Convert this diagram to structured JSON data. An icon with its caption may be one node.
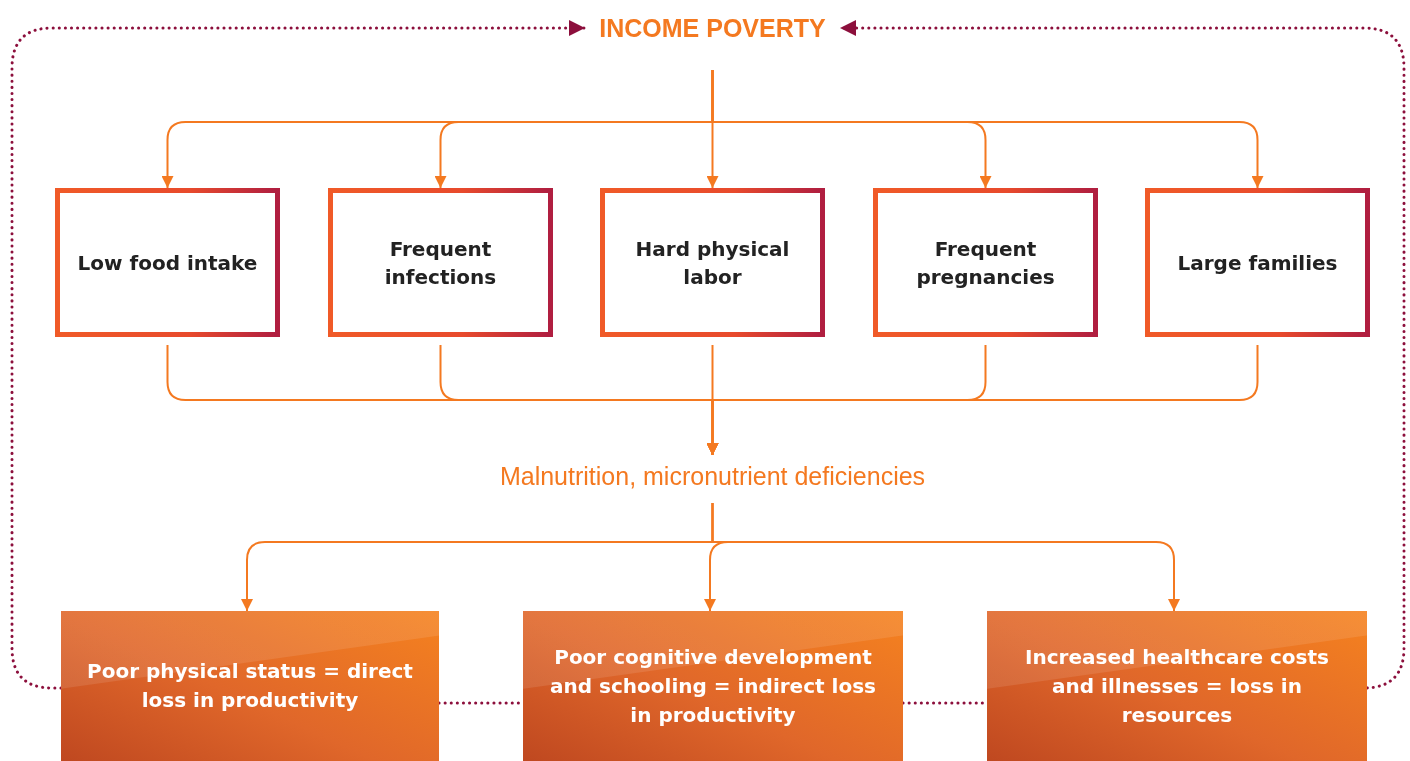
{
  "diagram": {
    "nodes": [
      {
        "text": [
          "INCOME POVERTY"
        ]
      },
      {
        "text": [
          "Low food intake"
        ]
      },
      {
        "text": [
          "Frequent infections"
        ]
      },
      {
        "text": [
          "Hard physical labor"
        ]
      },
      {
        "text": [
          "Frequent pregnancies"
        ]
      },
      {
        "text": [
          "Large families"
        ]
      },
      {
        "text": [
          "Malnutrition, micronutrient deficiencies"
        ]
      },
      {
        "text": [
          "Poor physical status = direct loss in productivity"
        ]
      },
      {
        "text": [
          "Poor cognitive development and schooling = indirect loss in productivity"
        ]
      },
      {
        "text": [
          "Increased healthcare costs and illnesses = loss in resources"
        ]
      }
    ],
    "edges": [
      {
        "from": 0,
        "to": 1,
        "arrow": "to"
      },
      {
        "from": 0,
        "to": 2,
        "arrow": "to"
      },
      {
        "from": 0,
        "to": 3,
        "arrow": "to"
      },
      {
        "from": 0,
        "to": 4,
        "arrow": "to"
      },
      {
        "from": 0,
        "to": 5,
        "arrow": "to"
      },
      {
        "from": 1,
        "to": 6,
        "arrow": "to"
      },
      {
        "from": 2,
        "to": 6,
        "arrow": "to"
      },
      {
        "from": 3,
        "to": 6,
        "arrow": "to"
      },
      {
        "from": 4,
        "to": 6,
        "arrow": "to"
      },
      {
        "from": 5,
        "to": 6,
        "arrow": "to"
      },
      {
        "from": 6,
        "to": 7,
        "arrow": "to"
      },
      {
        "from": 6,
        "to": 8,
        "arrow": "to"
      },
      {
        "from": 6,
        "to": 9,
        "arrow": "to"
      },
      {
        "from": 7,
        "to": 0,
        "arrow": "to",
        "style": "dashed",
        "color": "#8c0f3c"
      },
      {
        "from": 9,
        "to": 0,
        "arrow": "to",
        "style": "dashed",
        "color": "#8c0f3c"
      },
      {
        "from": 7,
        "to": 8,
        "arrow": "none",
        "style": "dashed",
        "color": "#8c0f3c"
      },
      {
        "from": 8,
        "to": 9,
        "arrow": "none",
        "style": "dashed",
        "color": "#8c0f3c"
      }
    ]
  }
}
